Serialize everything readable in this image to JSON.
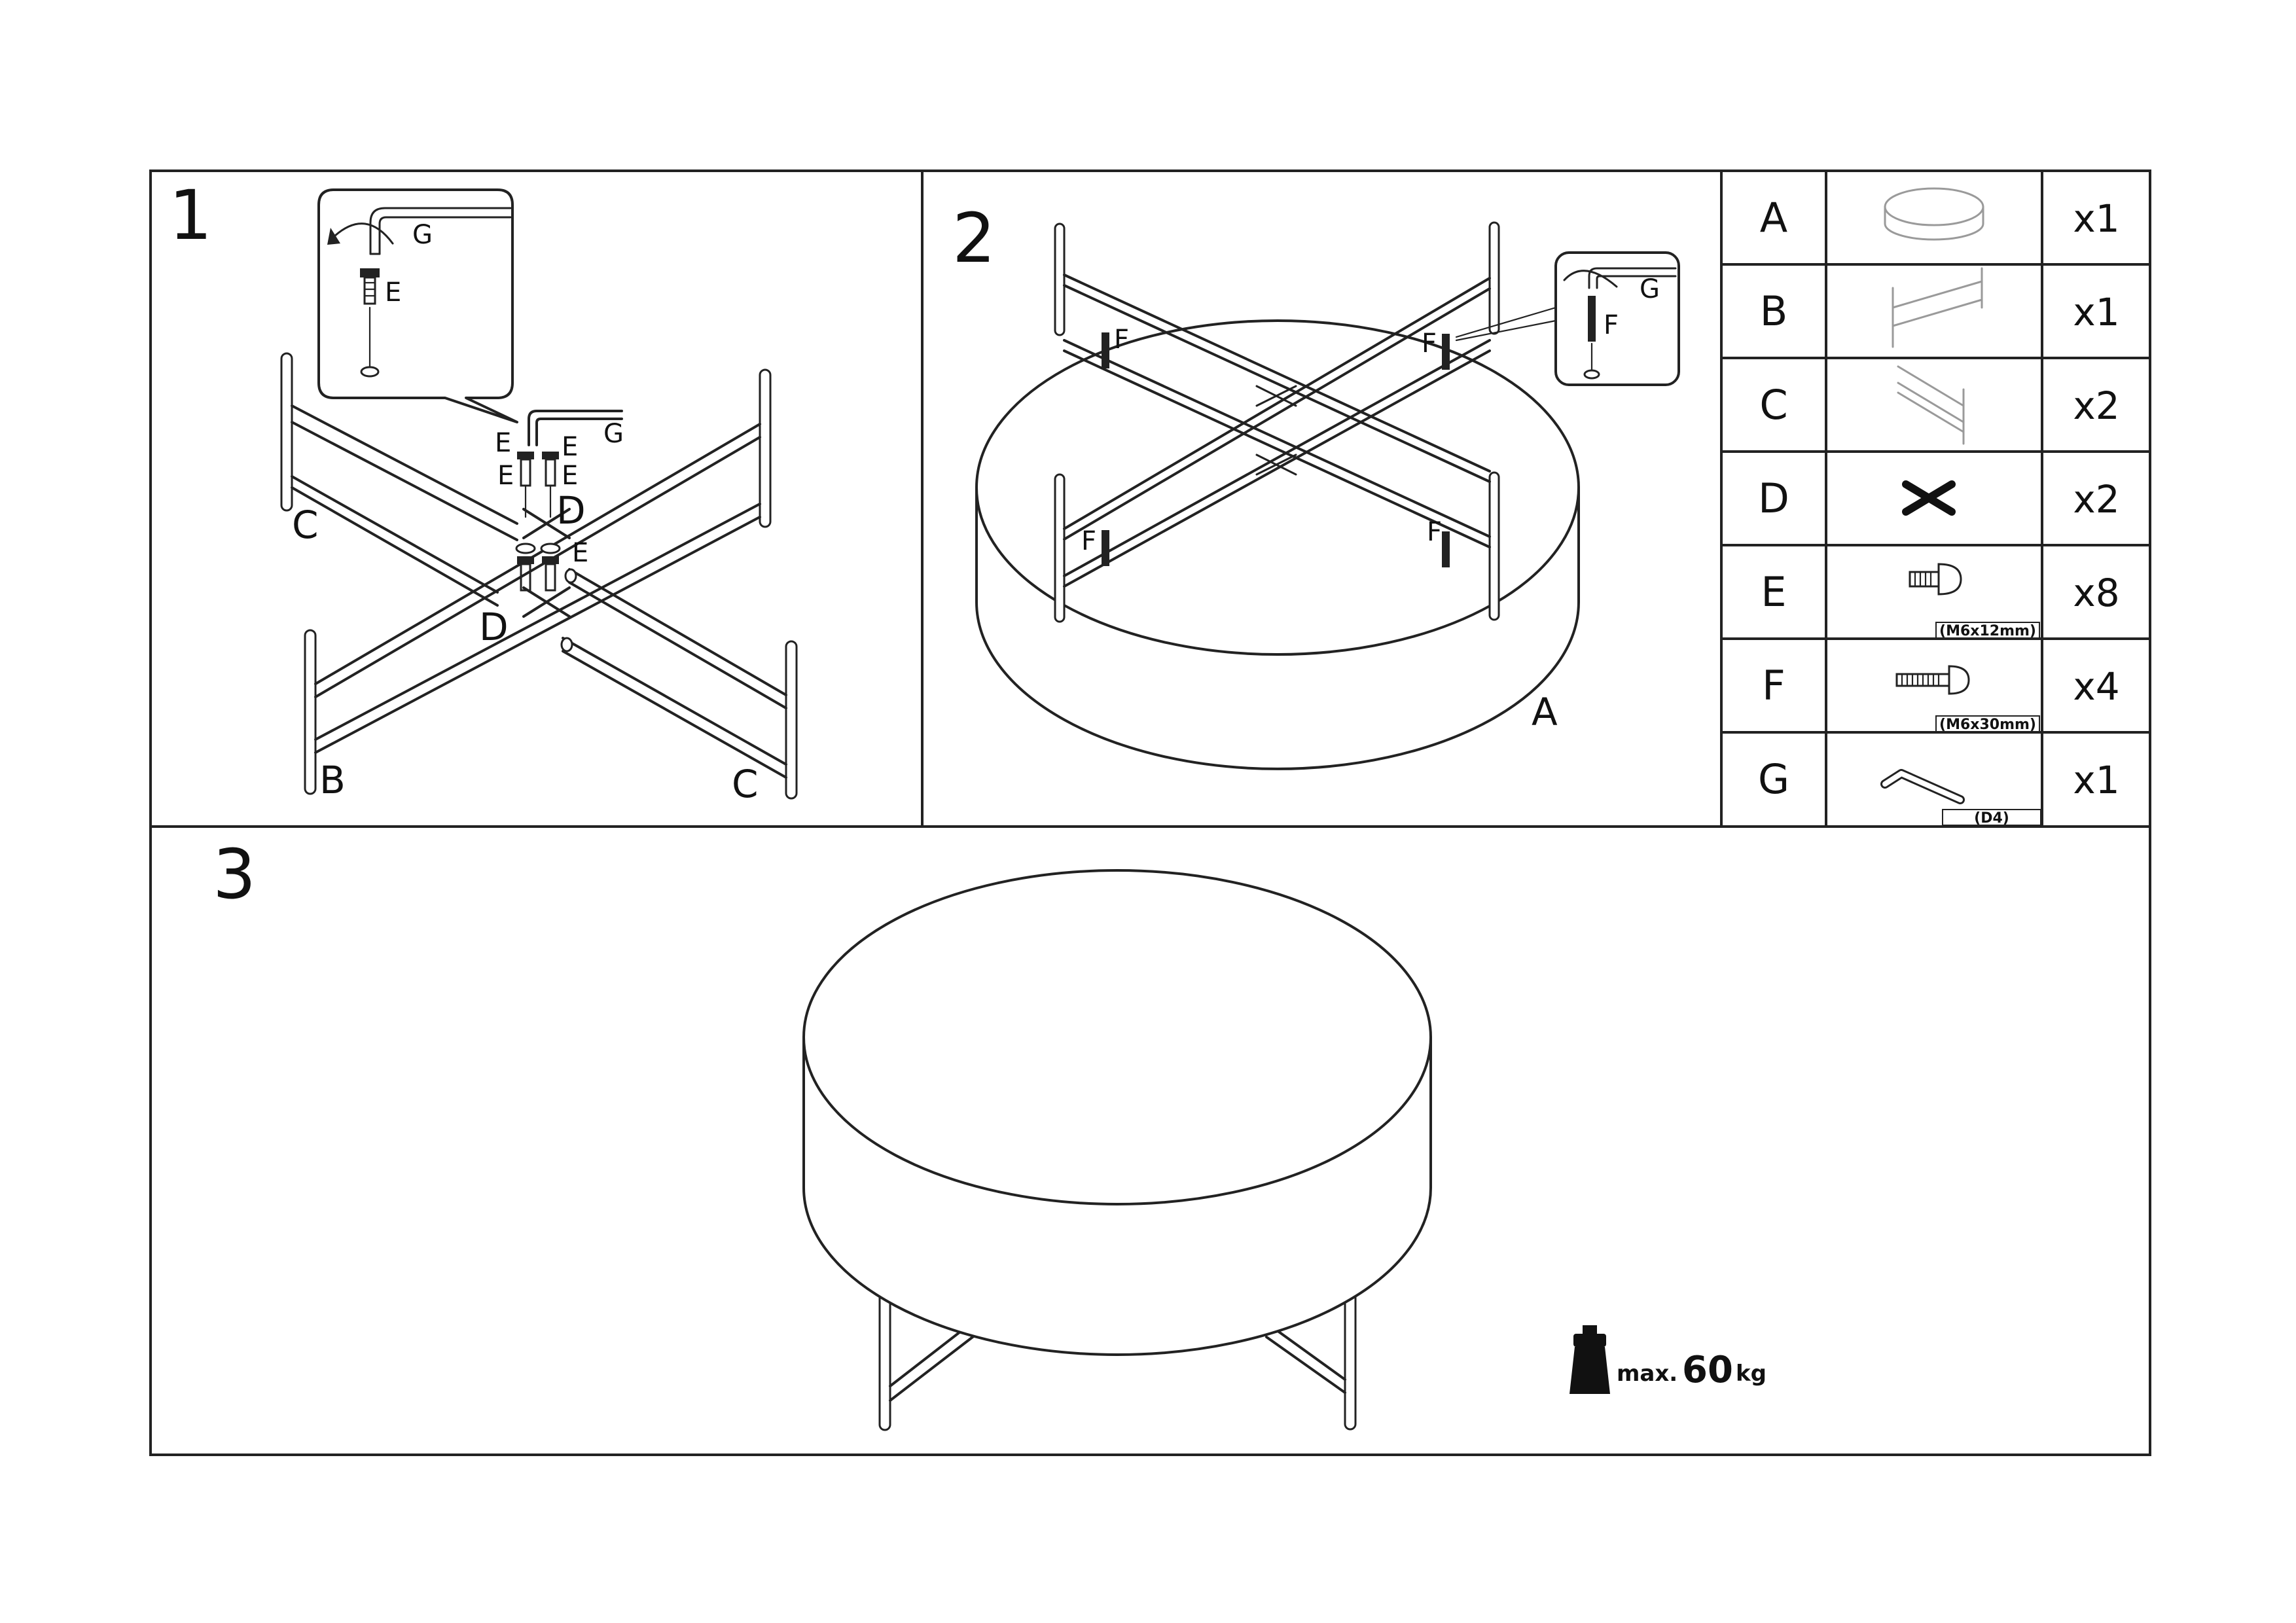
{
  "steps": [
    {
      "number": "1",
      "labels": {
        "g_inset": "G",
        "e_inset": "E",
        "g": "G",
        "e1": "E",
        "e2": "E",
        "e3": "E",
        "e4": "E",
        "e5": "E",
        "d1": "D",
        "d2": "D",
        "c1": "C",
        "c2": "C",
        "b": "B"
      }
    },
    {
      "number": "2",
      "labels": {
        "g_inset": "G",
        "f_inset": "F",
        "f1": "F",
        "f2": "F",
        "f3": "F",
        "f4": "F",
        "a": "A"
      }
    },
    {
      "number": "3"
    }
  ],
  "parts": [
    {
      "letter": "A",
      "qty": "x1",
      "size": "",
      "icon": "round-tabletop-icon"
    },
    {
      "letter": "B",
      "qty": "x1",
      "size": "",
      "icon": "leg-frame-icon"
    },
    {
      "letter": "C",
      "qty": "x2",
      "size": "",
      "icon": "half-leg-frame-icon"
    },
    {
      "letter": "D",
      "qty": "x2",
      "size": "",
      "icon": "cross-connector-icon"
    },
    {
      "letter": "E",
      "qty": "x8",
      "size": "(M6x12mm)",
      "icon": "short-bolt-icon"
    },
    {
      "letter": "F",
      "qty": "x4",
      "size": "(M6x30mm)",
      "icon": "long-bolt-icon"
    },
    {
      "letter": "G",
      "qty": "x1",
      "size": "(D4)",
      "icon": "allen-key-icon"
    }
  ],
  "max_load": {
    "prefix": "max.",
    "value": "60",
    "unit": "kg"
  }
}
